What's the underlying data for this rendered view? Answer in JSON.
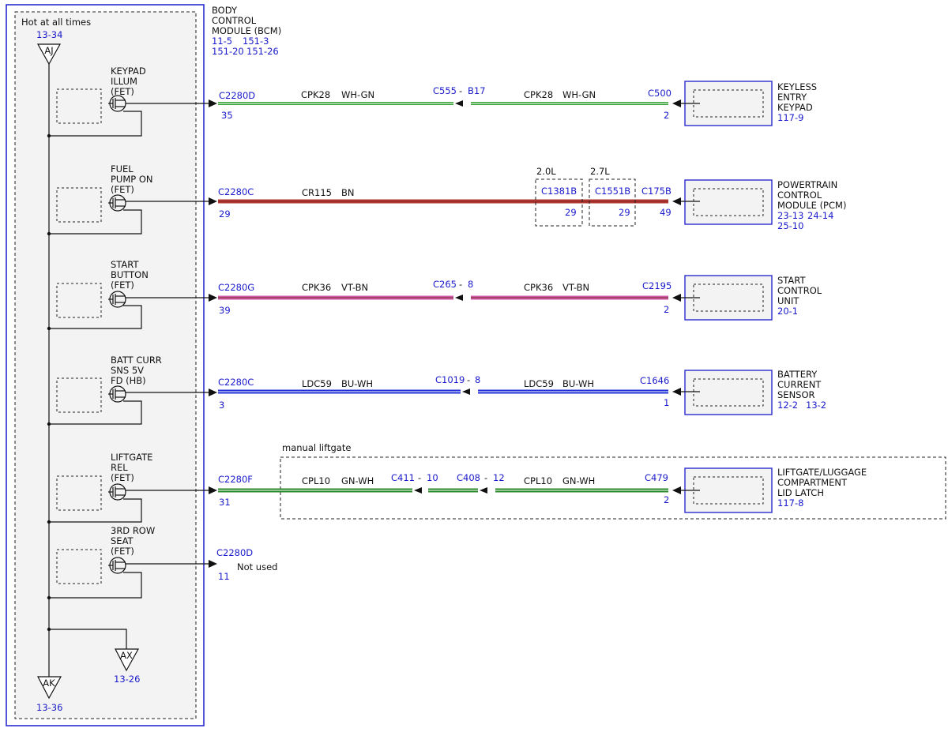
{
  "colors": {
    "module_border": "#2b2bd0",
    "link_text": "#1a1acc",
    "panel_fill": "#f3f3f3",
    "wire_wh_gn": "#3aa33a",
    "wire_bn": "#b23a32",
    "wire_vt_bn": "#d05aa8",
    "wire_bu_wh": "#1f2fd6",
    "wire_gn_wh": "#2a8a2a"
  },
  "bcm": {
    "title": [
      "BODY",
      "CONTROL",
      "MODULE (BCM)"
    ],
    "refs": [
      "11-5",
      "151-3",
      "151-20",
      "151-26"
    ],
    "hot_label": "Hot at all times",
    "aj": {
      "label": "AJ",
      "ref": "13-34"
    },
    "ax": {
      "label": "AX",
      "ref": "13-26"
    },
    "ak": {
      "label": "AK",
      "ref": "13-36"
    }
  },
  "circuits": [
    {
      "fet_label": [
        "KEYPAD",
        "ILLUM",
        "(FET)"
      ],
      "bcm_connector": "C2280D",
      "bcm_pin": "35",
      "circuit": "CPK28",
      "color_code": "WH-GN",
      "inline": {
        "connector": "C555",
        "pin": "B17"
      },
      "circuit2": "CPK28",
      "color_code2": "WH-GN",
      "end_connector": "C500",
      "end_pin": "2",
      "device": [
        "KEYLESS",
        "ENTRY",
        "KEYPAD"
      ],
      "device_ref": "117-9"
    },
    {
      "fet_label": [
        "FUEL",
        "PUMP ON",
        "(FET)"
      ],
      "bcm_connector": "C2280C",
      "bcm_pin": "29",
      "circuit": "CR115",
      "color_code": "BN",
      "variants": [
        {
          "engine": "2.0L",
          "connector": "C1381B",
          "pin": "29"
        },
        {
          "engine": "2.7L",
          "connector": "C1551B",
          "pin": "29"
        }
      ],
      "end_connector": "C175B",
      "end_pin": "49",
      "device": [
        "POWERTRAIN",
        "CONTROL",
        "MODULE (PCM)"
      ],
      "device_ref": "23-13",
      "device_ref2": "24-14",
      "device_ref3": "25-10"
    },
    {
      "fet_label": [
        "START",
        "BUTTON",
        "(FET)"
      ],
      "bcm_connector": "C2280G",
      "bcm_pin": "39",
      "circuit": "CPK36",
      "color_code": "VT-BN",
      "inline": {
        "connector": "C265",
        "pin": "8"
      },
      "circuit2": "CPK36",
      "color_code2": "VT-BN",
      "end_connector": "C2195",
      "end_pin": "2",
      "device": [
        "START",
        "CONTROL",
        "UNIT"
      ],
      "device_ref": "20-1"
    },
    {
      "fet_label": [
        "BATT CURR",
        "SNS 5V",
        "FD (HB)"
      ],
      "bcm_connector": "C2280C",
      "bcm_pin": "3",
      "circuit": "LDC59",
      "color_code": "BU-WH",
      "inline": {
        "connector": "C1019",
        "pin": "8"
      },
      "circuit2": "LDC59",
      "color_code2": "BU-WH",
      "end_connector": "C1646",
      "end_pin": "1",
      "device": [
        "BATTERY",
        "CURRENT",
        "SENSOR"
      ],
      "device_ref": "12-2",
      "device_ref2": "13-2"
    },
    {
      "fet_label": [
        "LIFTGATE",
        "REL",
        "(FET)"
      ],
      "bcm_connector": "C2280F",
      "bcm_pin": "31",
      "circuit": "CPL10",
      "color_code": "GN-WH",
      "option_label": "manual liftgate",
      "inline": {
        "connector": "C411",
        "pin": "10"
      },
      "inline2": {
        "connector": "C408",
        "pin": "12"
      },
      "circuit2": "CPL10",
      "color_code2": "GN-WH",
      "end_connector": "C479",
      "end_pin": "2",
      "device": [
        "LIFTGATE/LUGGAGE",
        "COMPARTMENT",
        "LID LATCH"
      ],
      "device_ref": "117-8"
    },
    {
      "fet_label": [
        "3RD ROW",
        "SEAT",
        "(FET)"
      ],
      "bcm_connector": "C2280D",
      "bcm_pin": "11",
      "not_used": "Not used"
    }
  ]
}
